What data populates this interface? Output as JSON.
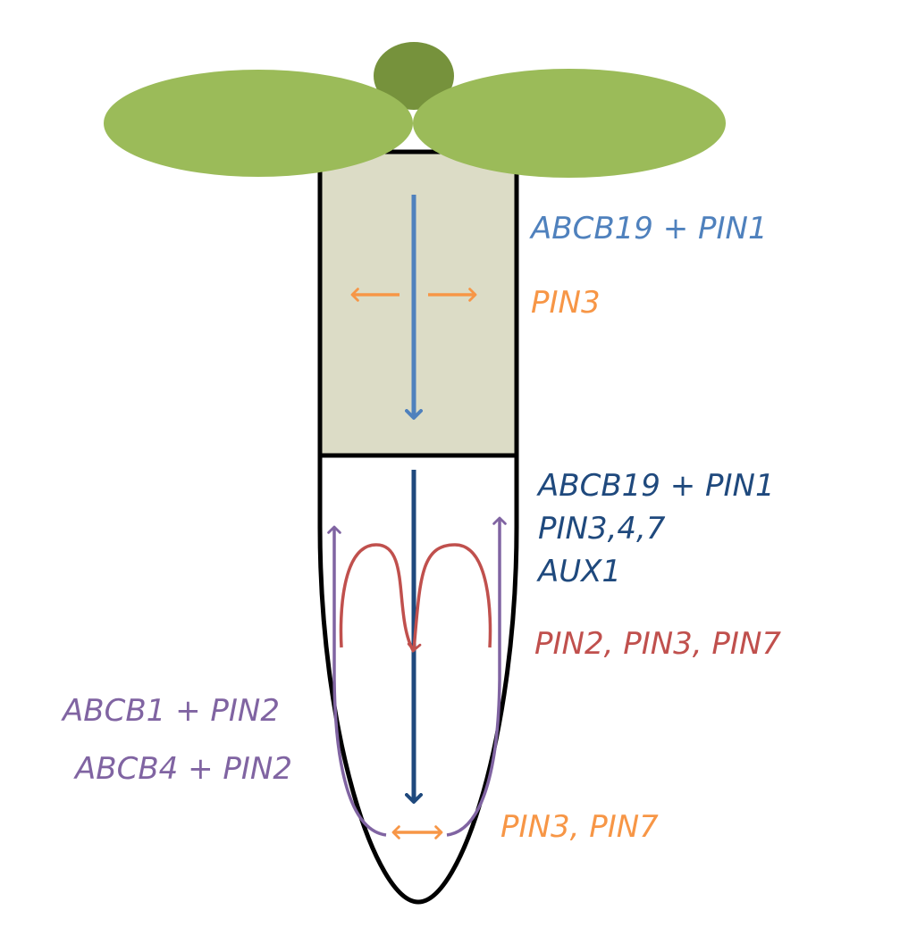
{
  "colors": {
    "leaf": "#9bbb59",
    "bud": "#76923c",
    "hypocotyl": "#dcdcc6",
    "outline": "#000000",
    "blue": "#4f81bd",
    "navy": "#1f497d",
    "orange": "#f79646",
    "red": "#c0504d",
    "purple": "#8064a2",
    "background": "#ffffff"
  },
  "labels": {
    "hypocotyl_shootward": "ABCB19 + PIN1",
    "hypocotyl_lateral": "PIN3",
    "root_line1": "ABCB19 + PIN1",
    "root_line2": "PIN3,4,7",
    "root_line3": "AUX1",
    "root_fountain": "PIN2, PIN3, PIN7",
    "root_basipetal1": "ABCB1 + PIN2",
    "root_basipetal2": "ABCB4 + PIN2",
    "root_tip_lateral": "PIN3, PIN7"
  }
}
